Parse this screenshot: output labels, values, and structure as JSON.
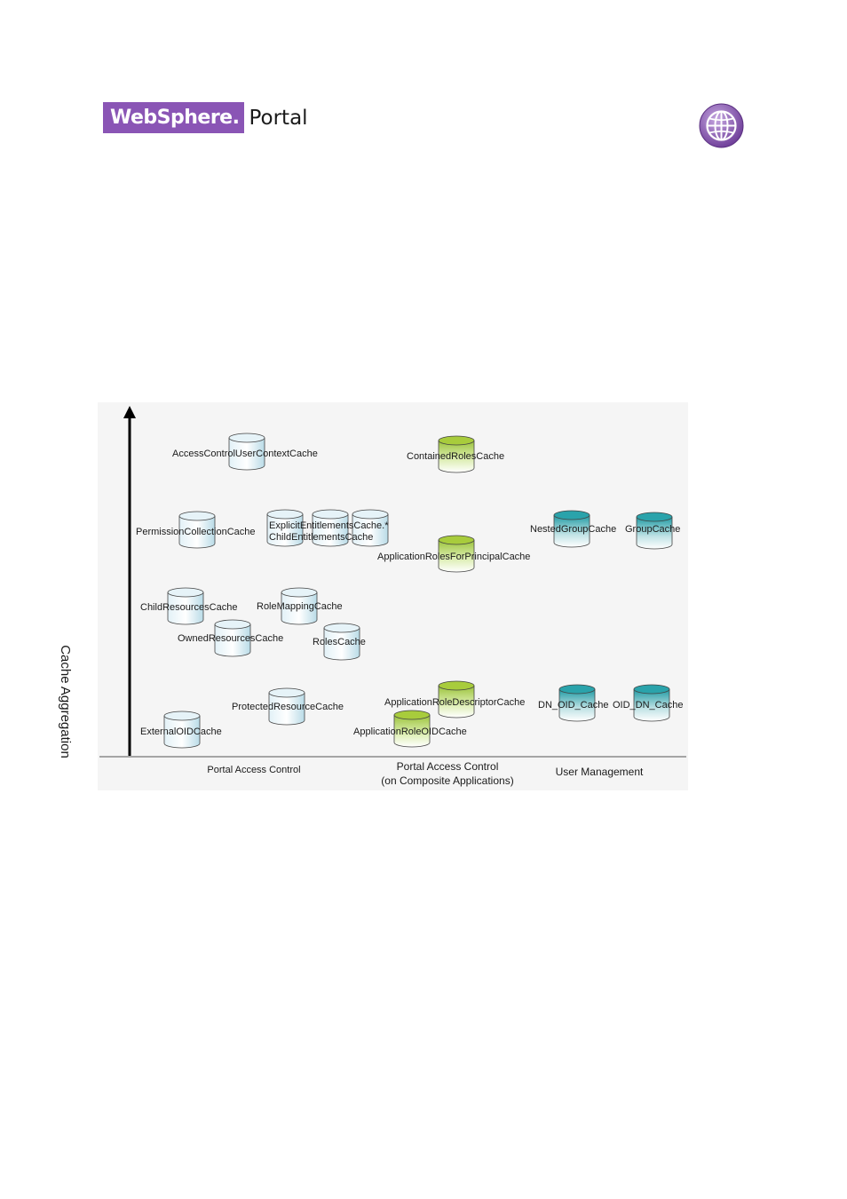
{
  "brand": {
    "logo_text": "WebSphere.",
    "product": "Portal",
    "globe_icon": "globe-icon",
    "logo_color": "#8a55b5"
  },
  "diagram": {
    "y_axis_label": "Cache Aggregation",
    "categories": [
      "Portal Access Control",
      "Portal Access Control\n(on Composite Applications)",
      "User Management"
    ],
    "colors": {
      "pac": "#cfe8f2",
      "composite": "#a8cc3c",
      "user_mgmt": "#2aa3ab"
    },
    "caches": [
      {
        "label": "AccessControlUserContextCache",
        "group": "pac"
      },
      {
        "label": "PermissionCollectionCache",
        "group": "pac"
      },
      {
        "label": "ExplicitEntitlementsCache.*",
        "group": "pac"
      },
      {
        "label": "ChildEntitlementsCache",
        "group": "pac"
      },
      {
        "label": "ChildResourcesCache",
        "group": "pac"
      },
      {
        "label": "RoleMappingCache",
        "group": "pac"
      },
      {
        "label": "OwnedResourcesCache",
        "group": "pac"
      },
      {
        "label": "RolesCache",
        "group": "pac"
      },
      {
        "label": "ProtectedResourceCache",
        "group": "pac"
      },
      {
        "label": "ExternalOIDCache",
        "group": "pac"
      },
      {
        "label": "ContainedRolesCache",
        "group": "composite"
      },
      {
        "label": "ApplicationRolesForPrincipalCache",
        "group": "composite"
      },
      {
        "label": "ApplicationRoleDescriptorCache",
        "group": "composite"
      },
      {
        "label": "ApplicationRoleOIDCache",
        "group": "composite"
      },
      {
        "label": "NestedGroupCache",
        "group": "user_mgmt"
      },
      {
        "label": "GroupCache",
        "group": "user_mgmt"
      },
      {
        "label": "DN_OID_Cache",
        "group": "user_mgmt"
      },
      {
        "label": "OID_DN_Cache",
        "group": "user_mgmt"
      }
    ]
  }
}
